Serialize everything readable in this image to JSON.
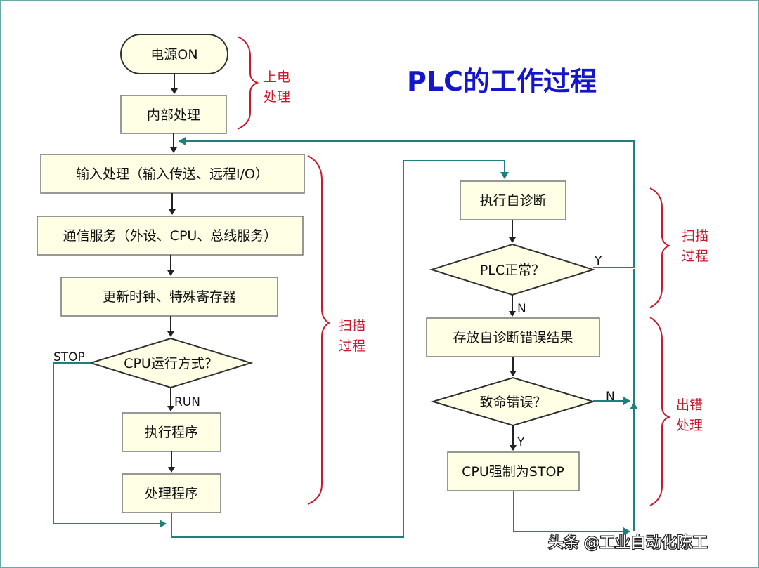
{
  "title": "PLC的工作过程",
  "nodes": {
    "power_on": "电源ON",
    "internal": "内部处理",
    "input": "输入处理（输入传送、远程I/O）",
    "comm": "通信服务（外设、CPU、总线服务）",
    "update": "更新时钟、特殊寄存器",
    "cpu_mode": "CPU运行方式？",
    "exec_program": "执行程序",
    "process_program": "处理程序",
    "self_diag": "执行自诊断",
    "plc_ok": "PLC正常？",
    "store_result": "存放自诊断错误结果",
    "fatal": "致命错误？",
    "force_stop": "CPU强制为STOP"
  },
  "labels": {
    "stop": "STOP",
    "run": "RUN",
    "y1": "Y",
    "n1": "N",
    "n2": "N",
    "y2": "Y"
  },
  "brackets": {
    "power_up_1": "上电",
    "power_up_2": "处理",
    "scan_left_1": "扫描",
    "scan_left_2": "过程",
    "scan_right_1": "扫描",
    "scan_right_2": "过程",
    "error_1": "出错",
    "error_2": "处理"
  },
  "watermark": "头条 @工业自动化陈工",
  "colors": {
    "node_fill": "#ffffe6",
    "node_border": "#444444",
    "arrow_black": "#222222",
    "arrow_teal": "#1f7f7c",
    "bracket_red": "#c8192e",
    "title_blue": "#1515c9"
  }
}
